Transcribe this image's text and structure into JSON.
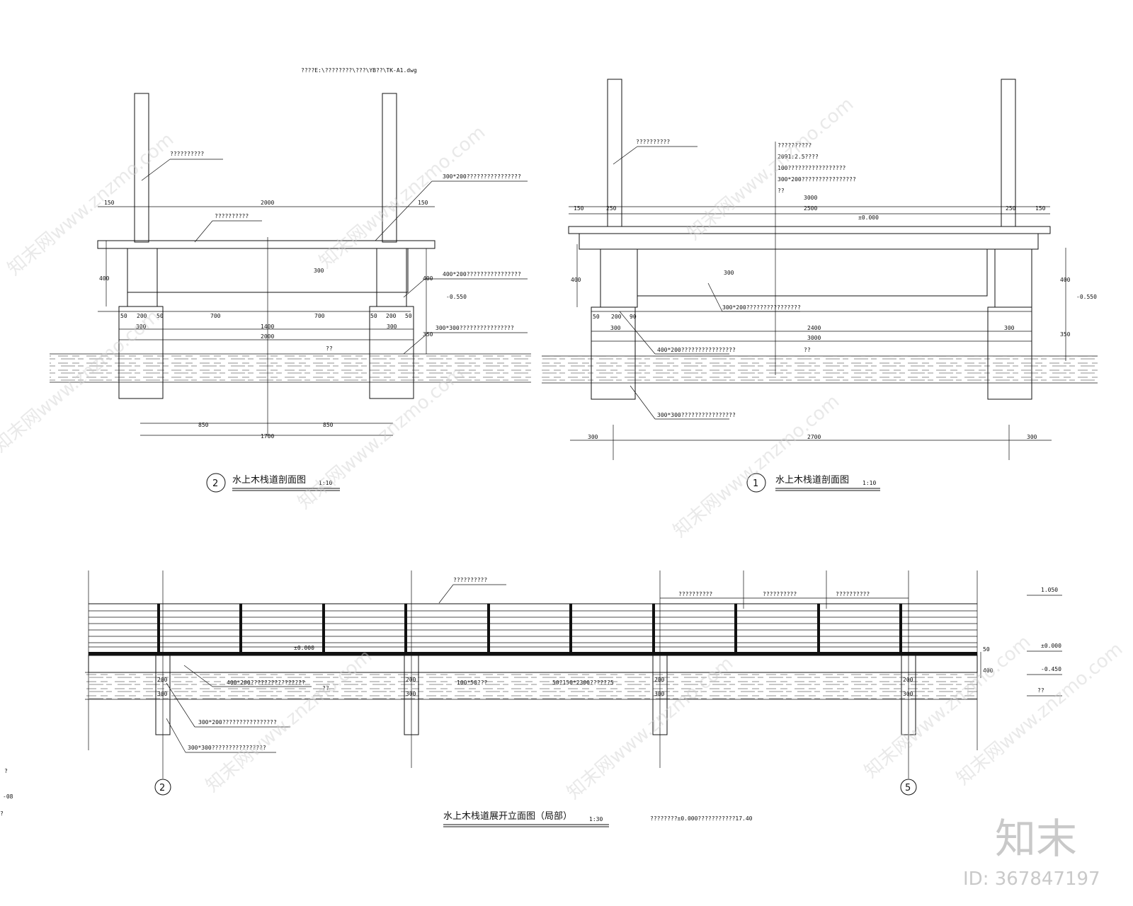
{
  "file_path": "????E:\\????????\\???\\YB??\\TK-A1.dwg",
  "section2": {
    "circle": "2",
    "title": "水上木栈道剖面图",
    "scale": "1:10",
    "labels": [
      "??????????",
      "??????????",
      "300*200????????????????",
      "400*200????????????????",
      "300*300????????????????",
      "??",
      "-0.550"
    ],
    "dims": [
      "150",
      "2000",
      "150",
      "400",
      "300",
      "400",
      "350",
      "50",
      "200",
      "50",
      "700",
      "700",
      "50",
      "200",
      "50",
      "300",
      "1400",
      "300",
      "2000",
      "850",
      "850",
      "1700"
    ]
  },
  "section1": {
    "circle": "1",
    "title": "水上木栈道剖面图",
    "scale": "1:10",
    "labels": [
      "??????????",
      "??????????",
      "2091:2.5????",
      "100?????????????????",
      "300*200????????????????",
      "??",
      "±0.000",
      "300*200????????????????",
      "400*200????????????????",
      "300*300????????????????",
      "??",
      "-0.550"
    ],
    "dims": [
      "3000",
      "150",
      "250",
      "2500",
      "250",
      "150",
      "400",
      "300",
      "400",
      "350",
      "50",
      "200",
      "90",
      "2400",
      "300",
      "3000",
      "300",
      "300",
      "2700",
      "300"
    ]
  },
  "elevation": {
    "title": "水上木栈道展开立面图（局部）",
    "scale": "1:30",
    "note": "????????±0.000???????????17.40",
    "axis_left": "2",
    "axis_right": "5",
    "labels": [
      "??????????",
      "??????????",
      "??????????",
      "??????????",
      "±0.000",
      "400*200????????????????",
      "??",
      "300*200????????????????",
      "300*300????????????????",
      "100*50???",
      "50?150*2300??????5"
    ],
    "levels": [
      "1.050",
      "±0.000",
      "-0.450",
      "??"
    ],
    "dims": [
      "50",
      "400",
      "200",
      "300",
      "200",
      "300",
      "200",
      "300",
      "200",
      "300"
    ]
  },
  "margin_text": [
    "?",
    "-08",
    "?"
  ],
  "watermark": {
    "text": "知末网www.znzmo.com",
    "logo": "知末",
    "id": "ID: 367847197"
  }
}
